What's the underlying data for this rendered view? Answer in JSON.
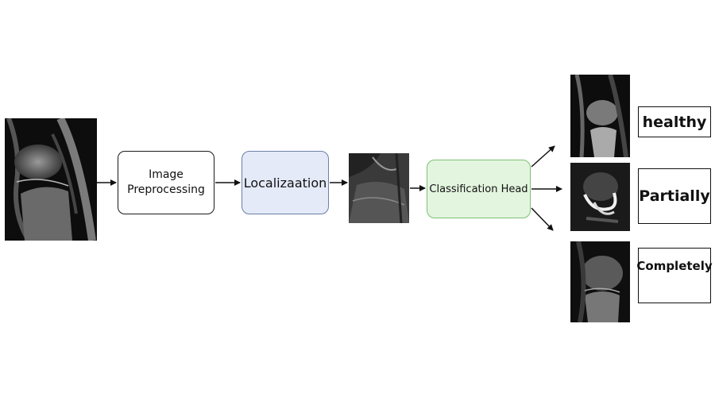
{
  "steps": {
    "preprocessing": {
      "line1": "Image",
      "line2": "Preprocessing"
    },
    "localization": "Localizaation",
    "classification": "Classification Head"
  },
  "outputs": [
    {
      "label": "healthy"
    },
    {
      "label": "Partially"
    },
    {
      "label": "Completely"
    }
  ],
  "colors": {
    "localization_fill": "#e4eaf8",
    "classification_fill": "#e3f5de",
    "classification_border": "#7fbf75",
    "arrow": "#111111"
  },
  "images": [
    "input-knee-mri-sagittal",
    "localized-crop-mri",
    "healthy-knee-mri",
    "partial-tear-knee-mri",
    "complete-tear-knee-mri"
  ]
}
